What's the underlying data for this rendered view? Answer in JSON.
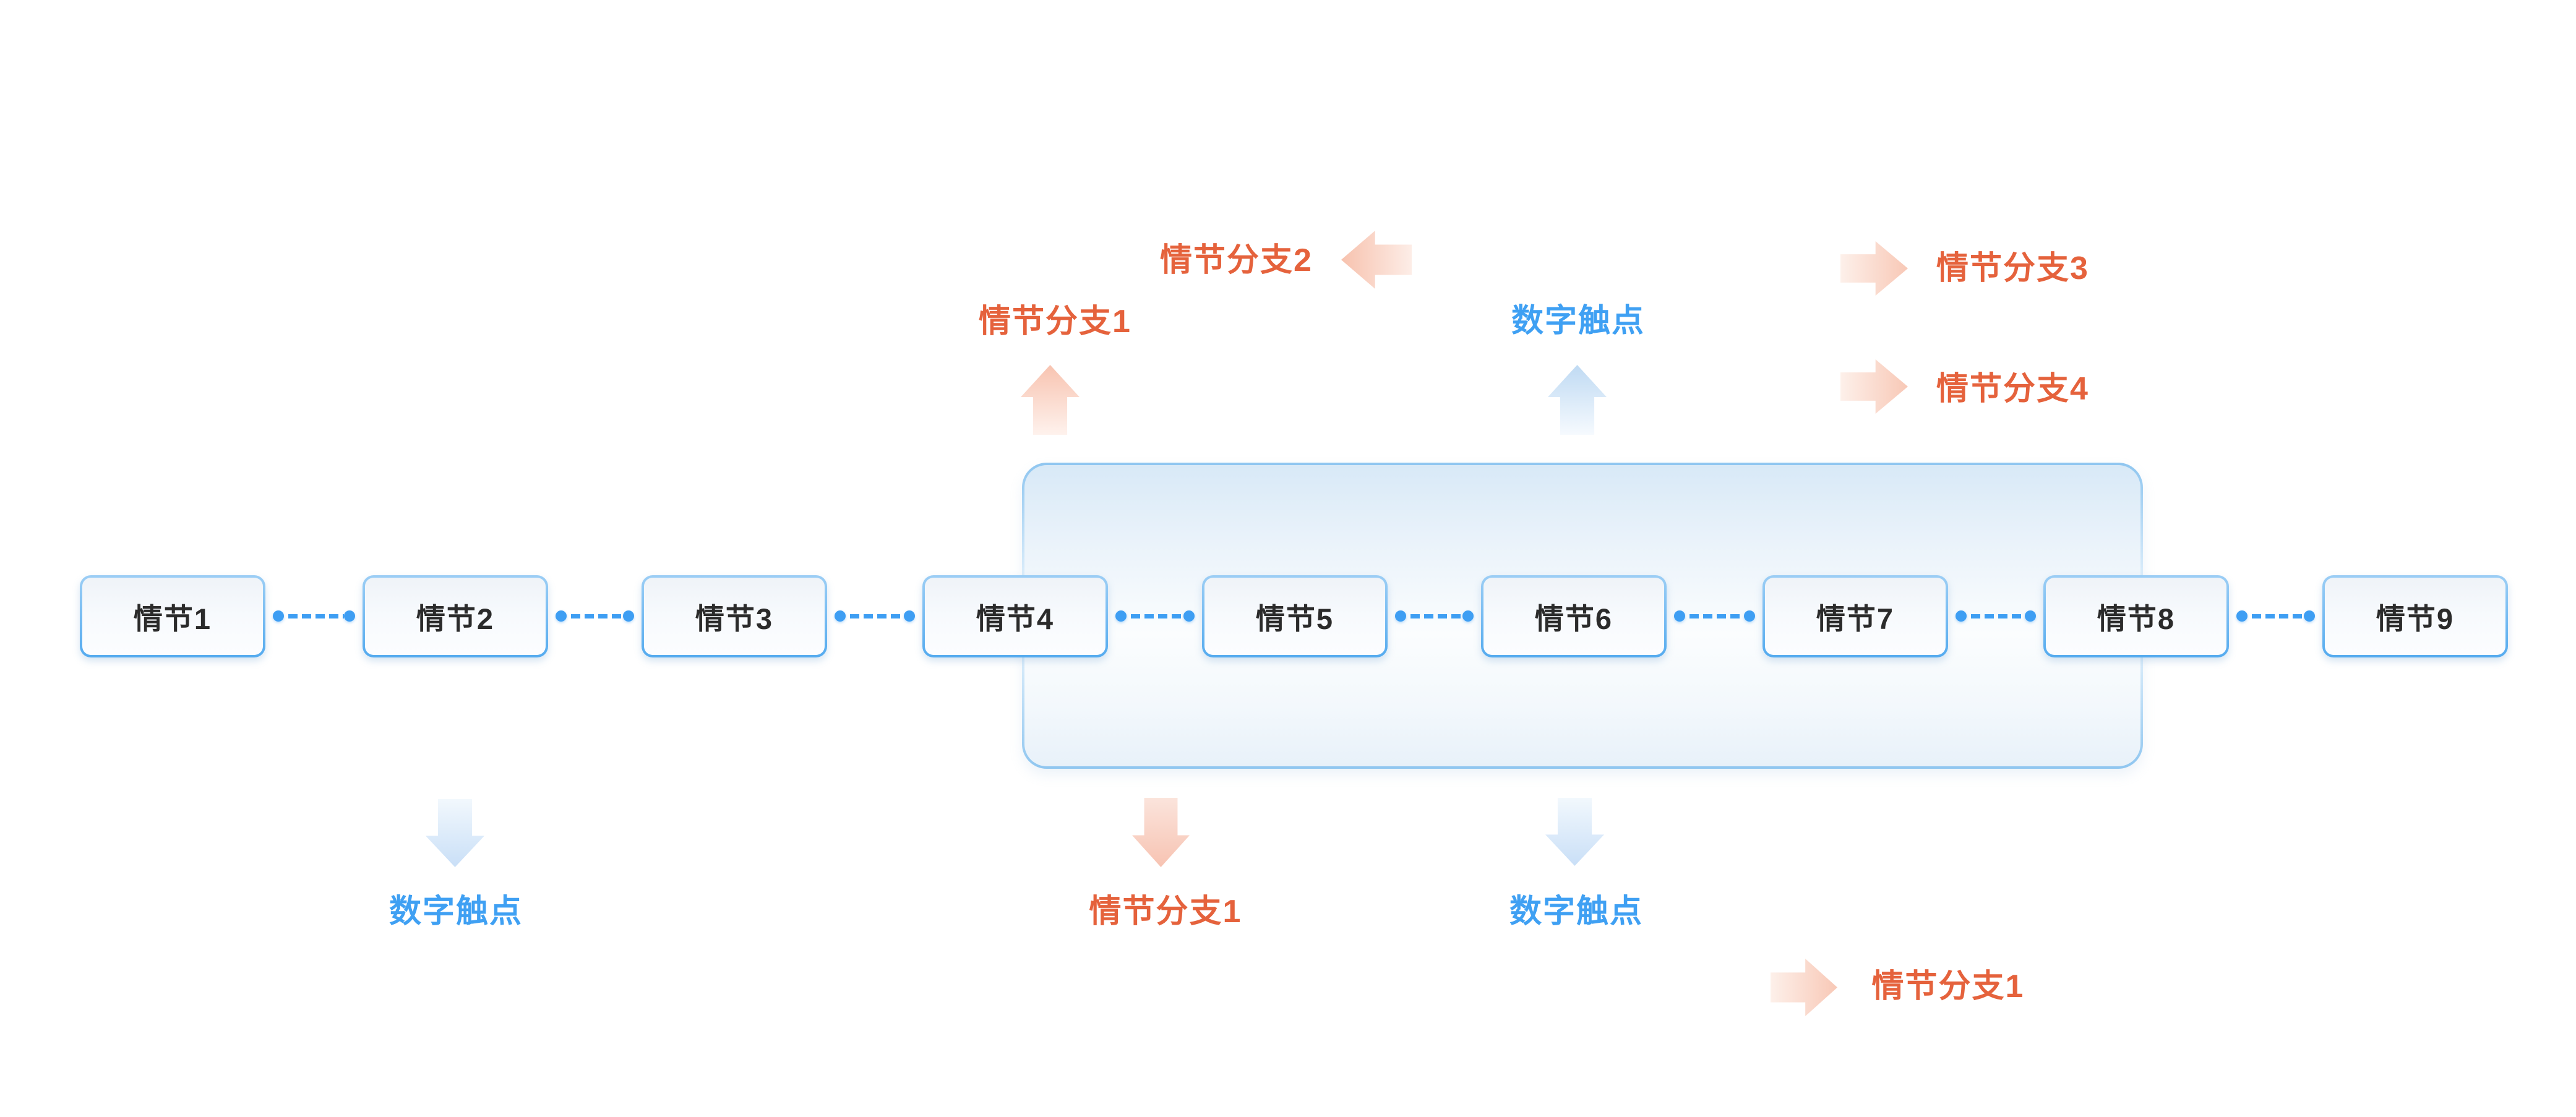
{
  "diagram": {
    "nodes": [
      {
        "label": "情节1"
      },
      {
        "label": "情节2"
      },
      {
        "label": "情节3"
      },
      {
        "label": "情节4"
      },
      {
        "label": "情节5"
      },
      {
        "label": "情节6"
      },
      {
        "label": "情节7"
      },
      {
        "label": "情节8"
      },
      {
        "label": "情节9"
      }
    ],
    "labels": {
      "branch1_top": "情节分支1",
      "branch2_top": "情节分支2",
      "branch3_right": "情节分支3",
      "branch4_right": "情节分支4",
      "touchpoint_top": "数字触点",
      "touchpoint_bottom_left": "数字触点",
      "branch1_bottom_mid": "情节分支1",
      "touchpoint_bottom_mid": "数字触点",
      "branch1_bottom_right": "情节分支1"
    },
    "colors": {
      "branch_text": "#E5623C",
      "touchpoint_text": "#3FA0F3",
      "node_border": "#55ABEF",
      "node_text": "#2B2B2B",
      "connector": "#3E9EF3",
      "container_border": "#8FC6F0",
      "container_fill_top": "#D8E9F7",
      "arrow_peach": "#F7C2AE",
      "arrow_blue": "#C9DFF7",
      "background": "#FFFFFF"
    }
  }
}
